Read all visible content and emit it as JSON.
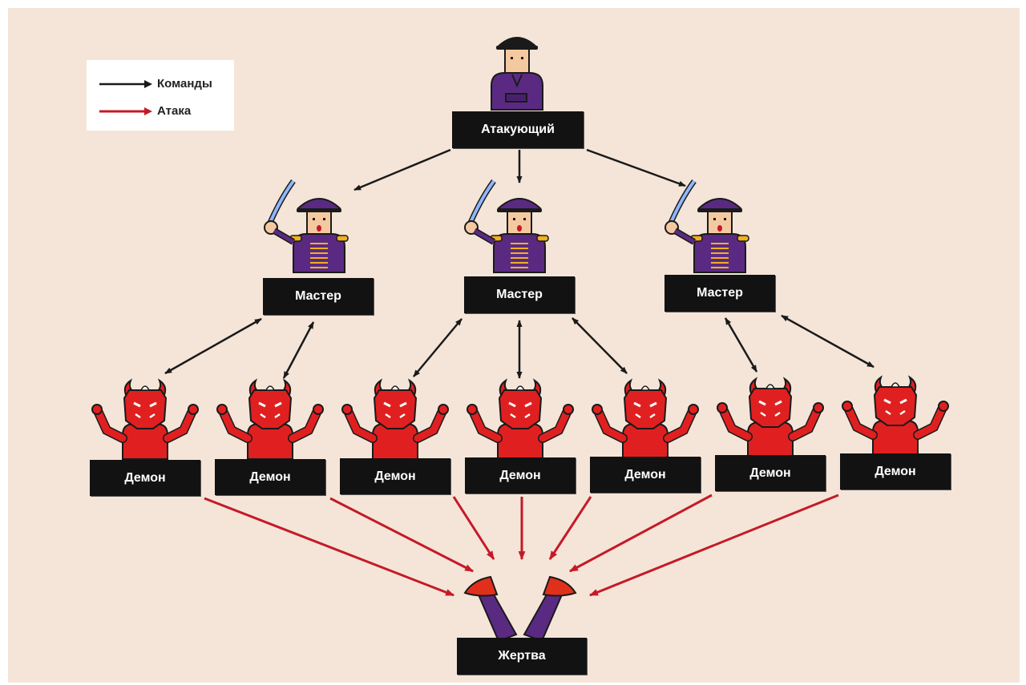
{
  "legend": {
    "commands_label": "Команды",
    "attack_label": "Атака"
  },
  "colors": {
    "background": "#f4e5d8",
    "command_arrow": "#1a1a1a",
    "attack_arrow": "#c41a28",
    "label_box": "#121212",
    "purple": "#5a2a82",
    "demon_red": "#e02020"
  },
  "nodes": {
    "attacker": {
      "label": "Атакующий",
      "icon": "general-icon"
    },
    "masters": [
      {
        "label": "Мастер",
        "icon": "officer-with-saber-icon"
      },
      {
        "label": "Мастер",
        "icon": "officer-with-saber-icon"
      },
      {
        "label": "Мастер",
        "icon": "officer-with-saber-icon"
      }
    ],
    "demons": [
      {
        "label": "Демон",
        "icon": "devil-icon"
      },
      {
        "label": "Демон",
        "icon": "devil-icon"
      },
      {
        "label": "Демон",
        "icon": "devil-icon"
      },
      {
        "label": "Демон",
        "icon": "devil-icon"
      },
      {
        "label": "Демон",
        "icon": "devil-icon"
      },
      {
        "label": "Демон",
        "icon": "devil-icon"
      },
      {
        "label": "Демон",
        "icon": "devil-icon"
      }
    ],
    "victim": {
      "label": "Жертва",
      "icon": "fallen-legs-icon"
    }
  }
}
